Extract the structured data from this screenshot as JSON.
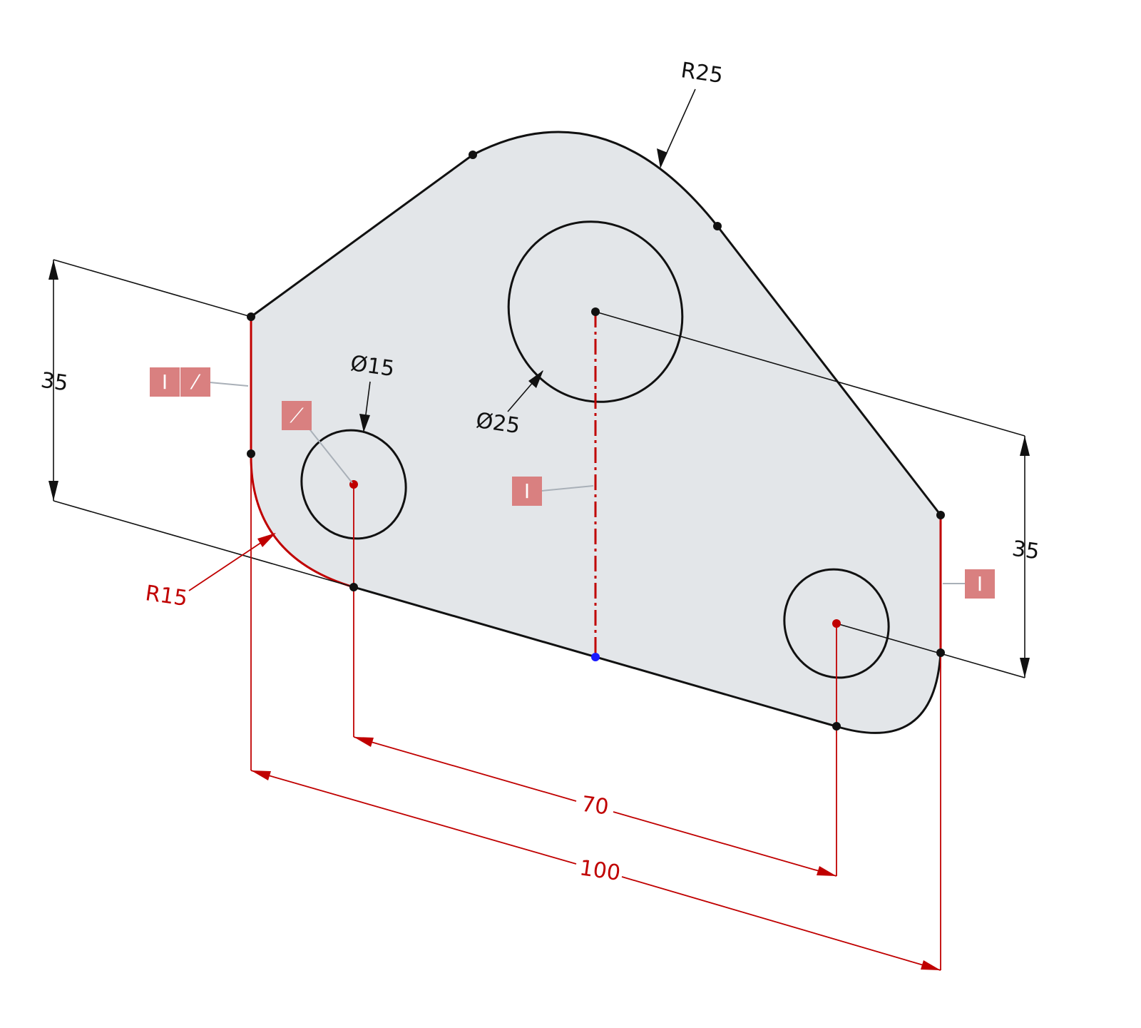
{
  "colors": {
    "sketch_fill": "#e3e6e9",
    "outline": "#111111",
    "constrained": "#c00000",
    "selected_point": "#1a1aff",
    "badge": "#d98080",
    "leader_line": "#a9b0b8"
  },
  "dimensions": {
    "top_radius": "R25",
    "small_hole_diameter": "Ø15",
    "large_hole_diameter": "Ø25",
    "left_height": "35",
    "right_height": "35",
    "corner_radius": "R15",
    "hole_spacing": "70",
    "overall_width": "100"
  },
  "constraint_badges": {
    "left_edge": [
      "vertical-icon",
      "tangent-icon"
    ],
    "small_hole_center": [
      "fix-icon"
    ],
    "center_line": [
      "vertical-icon"
    ],
    "right_edge": [
      "vertical-icon"
    ]
  },
  "badge_glyphs": {
    "vertical-icon": "I",
    "tangent-icon": "⁄",
    "fix-icon": "⟋"
  }
}
